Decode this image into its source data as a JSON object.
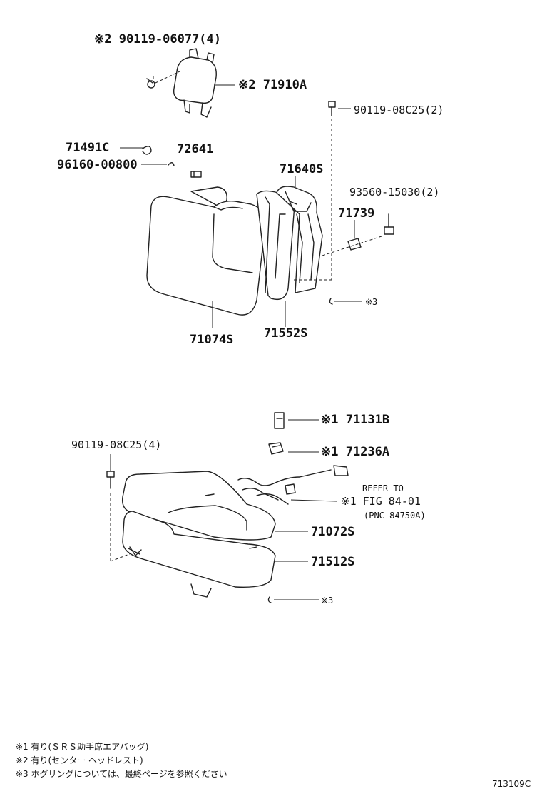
{
  "labels": {
    "p_90119_06077": "※2 90119-06077(4)",
    "p_71910A": "※2 71910A",
    "p_90119_08C25_2": "90119-08C25(2)",
    "p_71491C": "71491C",
    "p_72641": "72641",
    "p_96160_00800": "96160-00800",
    "p_71640S": "71640S",
    "p_93560_15030": "93560-15030(2)",
    "p_71739": "71739",
    "p_ref3_top": "※3",
    "p_71074S": "71074S",
    "p_71552S": "71552S",
    "p_71131B": "※1 71131B",
    "p_90119_08C25_4": "90119-08C25(4)",
    "p_71236A": "※1 71236A",
    "p_refer_to": "REFER TO",
    "p_fig": "※1 FIG 84-01",
    "p_pnc": "(PNC 84750A)",
    "p_71072S": "71072S",
    "p_71512S": "71512S",
    "p_ref3_bottom": "※3"
  },
  "notes": [
    "※1 有り(ＳＲＳ助手席エアバッグ)",
    "※2 有り(センター ヘッドレスト)",
    "※3 ホグリングについては、最終ページを参照ください"
  ],
  "figure_id": "713109C"
}
